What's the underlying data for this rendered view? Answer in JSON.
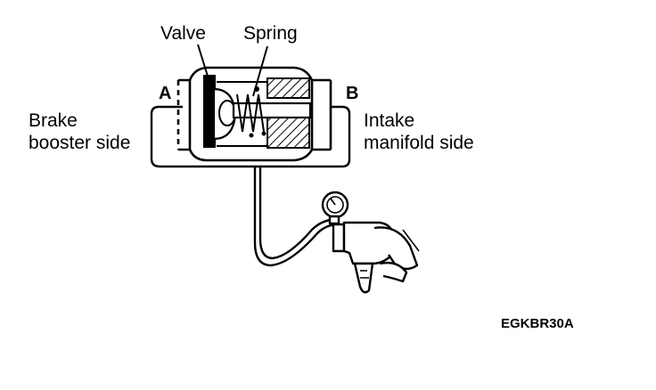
{
  "labels": {
    "valve": "Valve",
    "spring": "Spring",
    "port_a": "A",
    "port_b": "B",
    "brake_line1": "Brake",
    "brake_line2": "booster side",
    "intake_line1": "Intake",
    "intake_line2": "manifold side",
    "figure_code": "EGKBR30A"
  },
  "colors": {
    "ink": "#000000",
    "background": "#ffffff"
  }
}
